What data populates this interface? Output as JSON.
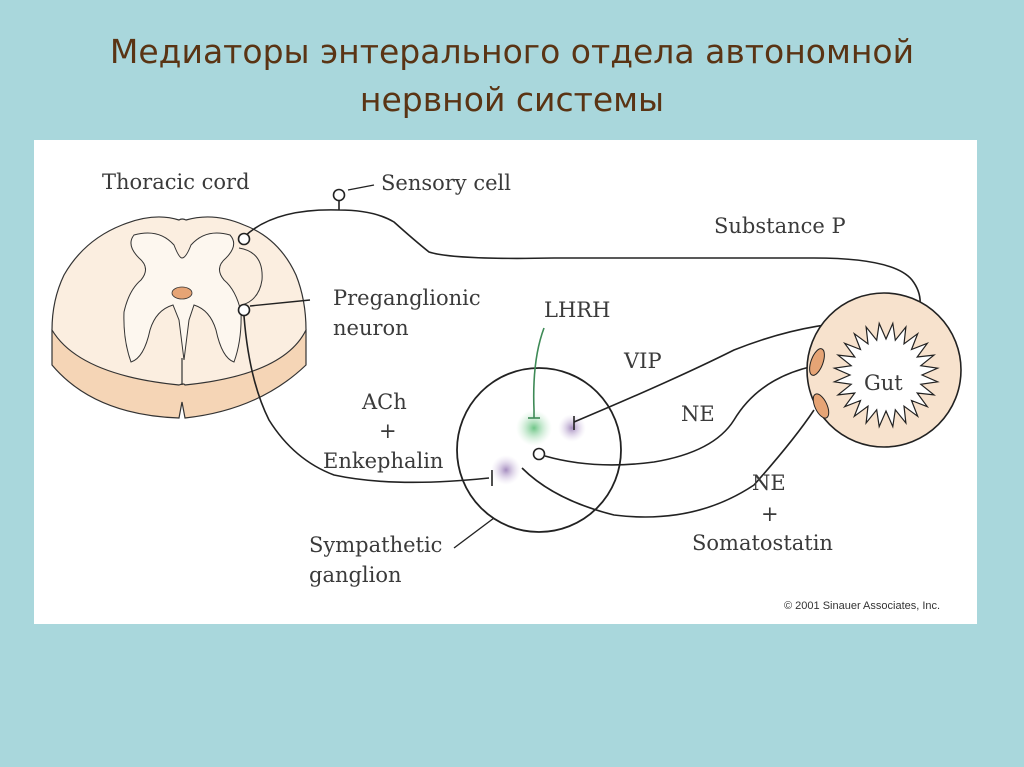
{
  "title": {
    "line1": "Медиаторы энтерального отдела автономной",
    "line2": "нервной системы"
  },
  "diagram": {
    "labels": {
      "thoracic_cord": "Thoracic cord",
      "sensory_cell": "Sensory cell",
      "substance_p": "Substance P",
      "preganglionic_1": "Preganglionic",
      "preganglionic_2": "neuron",
      "lhrh": "LHRH",
      "vip": "VIP",
      "ach_1": "ACh",
      "ach_plus": "+",
      "ach_2": "Enkephalin",
      "ne": "NE",
      "ne2_1": "NE",
      "ne2_plus": "+",
      "ne2_2": "Somatostatin",
      "gut": "Gut",
      "sympathetic_1": "Sympathetic",
      "sympathetic_2": "ganglion",
      "copyright": "© 2001 Sinauer Associates, Inc."
    },
    "colors": {
      "background": "#a9d7dc",
      "title": "#5a3414",
      "cord_fill": "#fbeee0",
      "cord_side": "#f5d5b6",
      "gray_matter": "#fdf7ef",
      "gut_fill": "#f7e2cd",
      "lhrh_stroke": "#3e8a56",
      "lhrh_glow": "#76c68d",
      "purple_glow": "#9a7fb6"
    }
  }
}
